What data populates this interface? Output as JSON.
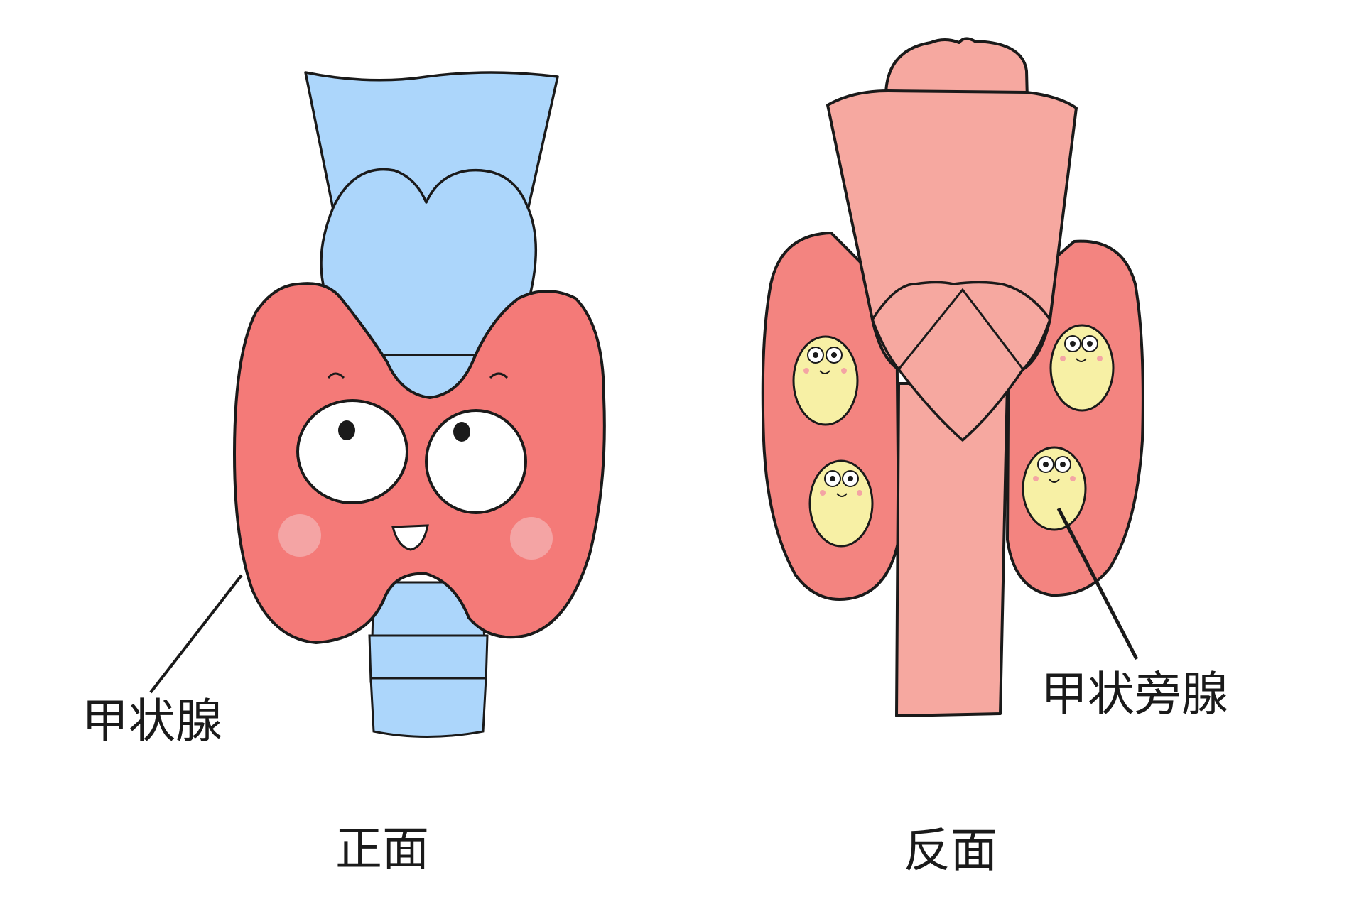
{
  "labels": {
    "thyroid": "甲状腺",
    "parathyroid": "甲状旁腺",
    "front_view": "正面",
    "back_view": "反面"
  },
  "colors": {
    "outline": "#1a1a1a",
    "trachea_front": "#acd6fb",
    "thyroid": "#f47a78",
    "thyroid_back": "#f38480",
    "trachea_back": "#f6a8a0",
    "parathyroid": "#f7f0a5",
    "cheek": "#f4a4a4",
    "eye_white": "#ffffff"
  }
}
